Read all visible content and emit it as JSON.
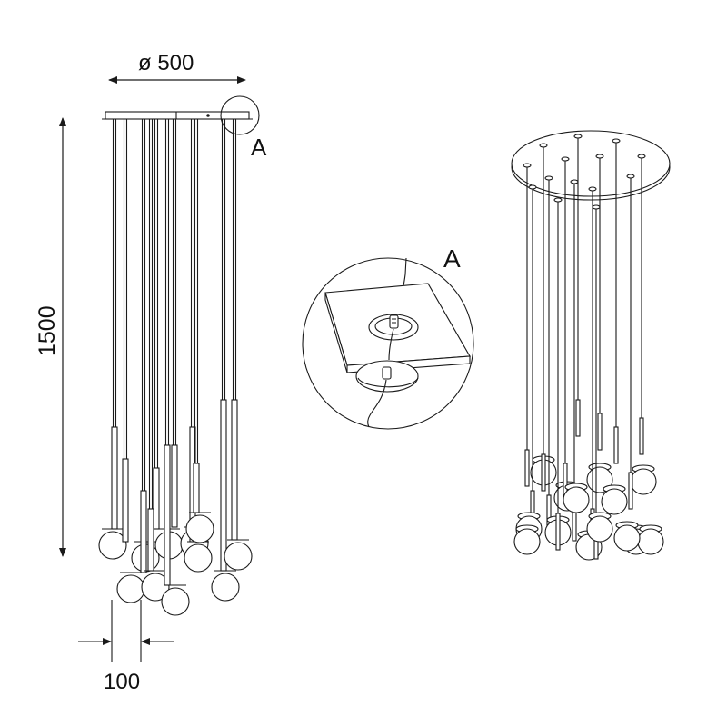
{
  "labels": {
    "diameter": "ø 500",
    "height": "1500",
    "spacing": "100",
    "detail_marker": "A",
    "detail_title": "A"
  },
  "colors": {
    "line": "#1a1a1a",
    "background": "#ffffff"
  }
}
